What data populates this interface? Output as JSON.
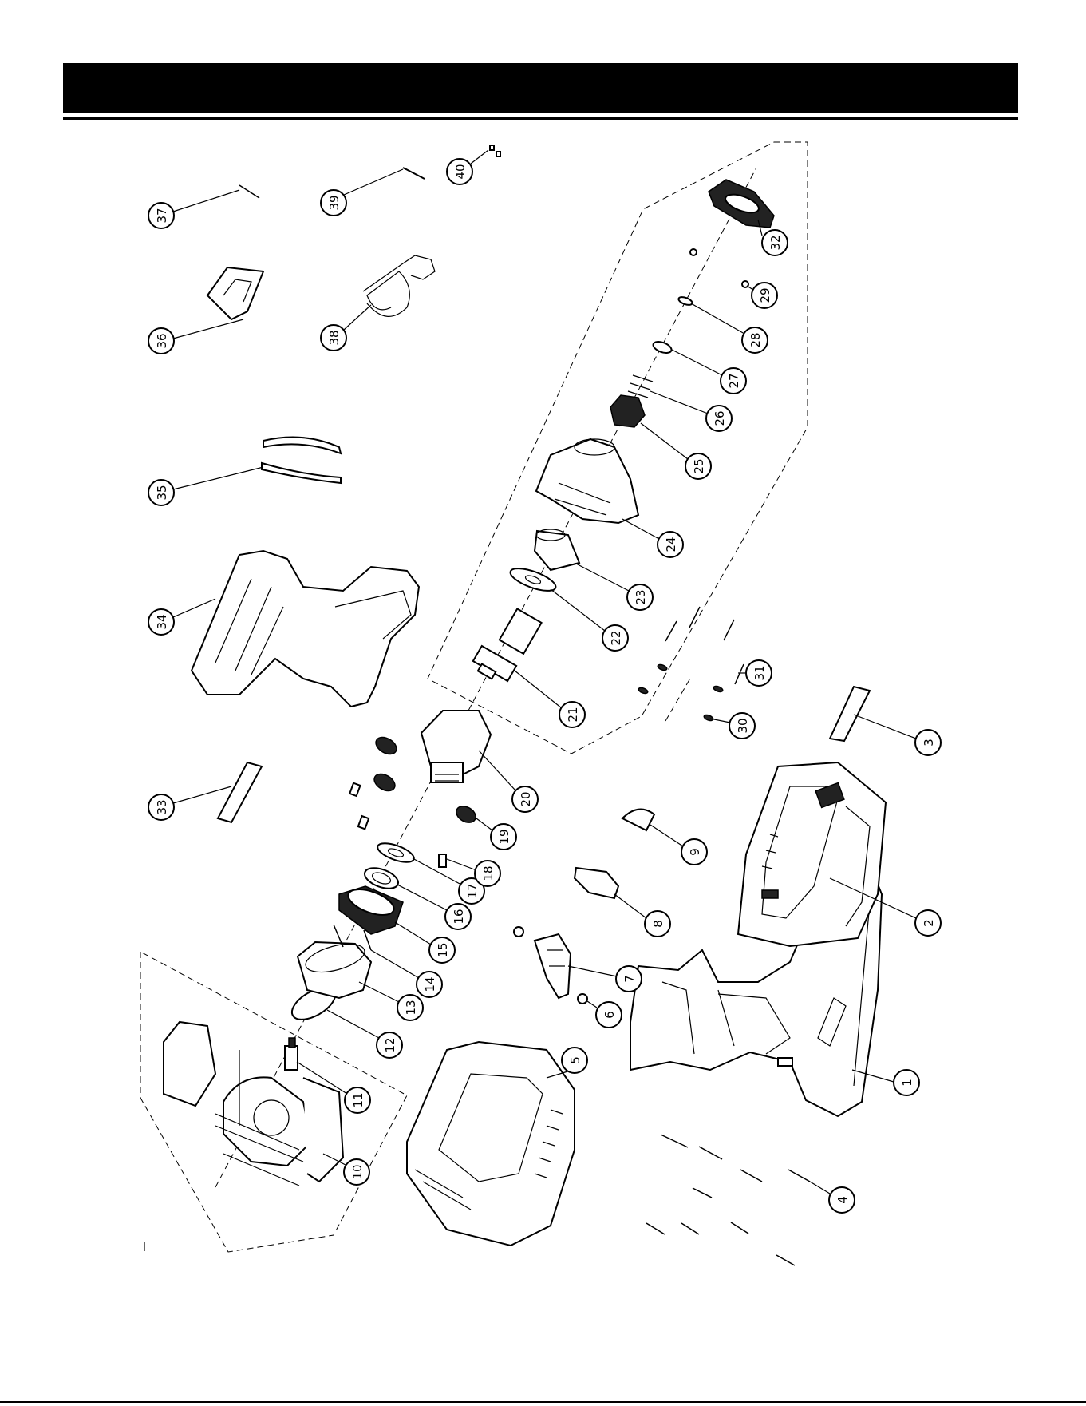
{
  "diagram": {
    "callouts": [
      {
        "id": "1",
        "label": "1"
      },
      {
        "id": "2",
        "label": "2"
      },
      {
        "id": "3",
        "label": "3"
      },
      {
        "id": "4",
        "label": "4"
      },
      {
        "id": "5",
        "label": "5"
      },
      {
        "id": "6",
        "label": "6"
      },
      {
        "id": "7",
        "label": "7"
      },
      {
        "id": "8",
        "label": "8"
      },
      {
        "id": "9",
        "label": "9"
      },
      {
        "id": "10",
        "label": "10"
      },
      {
        "id": "11",
        "label": "11"
      },
      {
        "id": "12",
        "label": "12"
      },
      {
        "id": "13",
        "label": "13"
      },
      {
        "id": "14",
        "label": "14"
      },
      {
        "id": "15",
        "label": "15"
      },
      {
        "id": "16",
        "label": "16"
      },
      {
        "id": "17",
        "label": "17"
      },
      {
        "id": "18",
        "label": "18"
      },
      {
        "id": "19",
        "label": "19"
      },
      {
        "id": "20",
        "label": "20"
      },
      {
        "id": "21",
        "label": "21"
      },
      {
        "id": "22",
        "label": "22"
      },
      {
        "id": "23",
        "label": "23"
      },
      {
        "id": "24",
        "label": "24"
      },
      {
        "id": "25",
        "label": "25"
      },
      {
        "id": "26",
        "label": "26"
      },
      {
        "id": "27",
        "label": "27"
      },
      {
        "id": "28",
        "label": "28"
      },
      {
        "id": "29",
        "label": "29"
      },
      {
        "id": "30",
        "label": "30"
      },
      {
        "id": "31",
        "label": "31"
      },
      {
        "id": "32",
        "label": "32"
      },
      {
        "id": "33",
        "label": "33"
      },
      {
        "id": "34",
        "label": "34"
      },
      {
        "id": "35",
        "label": "35"
      },
      {
        "id": "36",
        "label": "36"
      },
      {
        "id": "37",
        "label": "37"
      },
      {
        "id": "38",
        "label": "38"
      },
      {
        "id": "39",
        "label": "39"
      },
      {
        "id": "40",
        "label": "40"
      }
    ]
  }
}
